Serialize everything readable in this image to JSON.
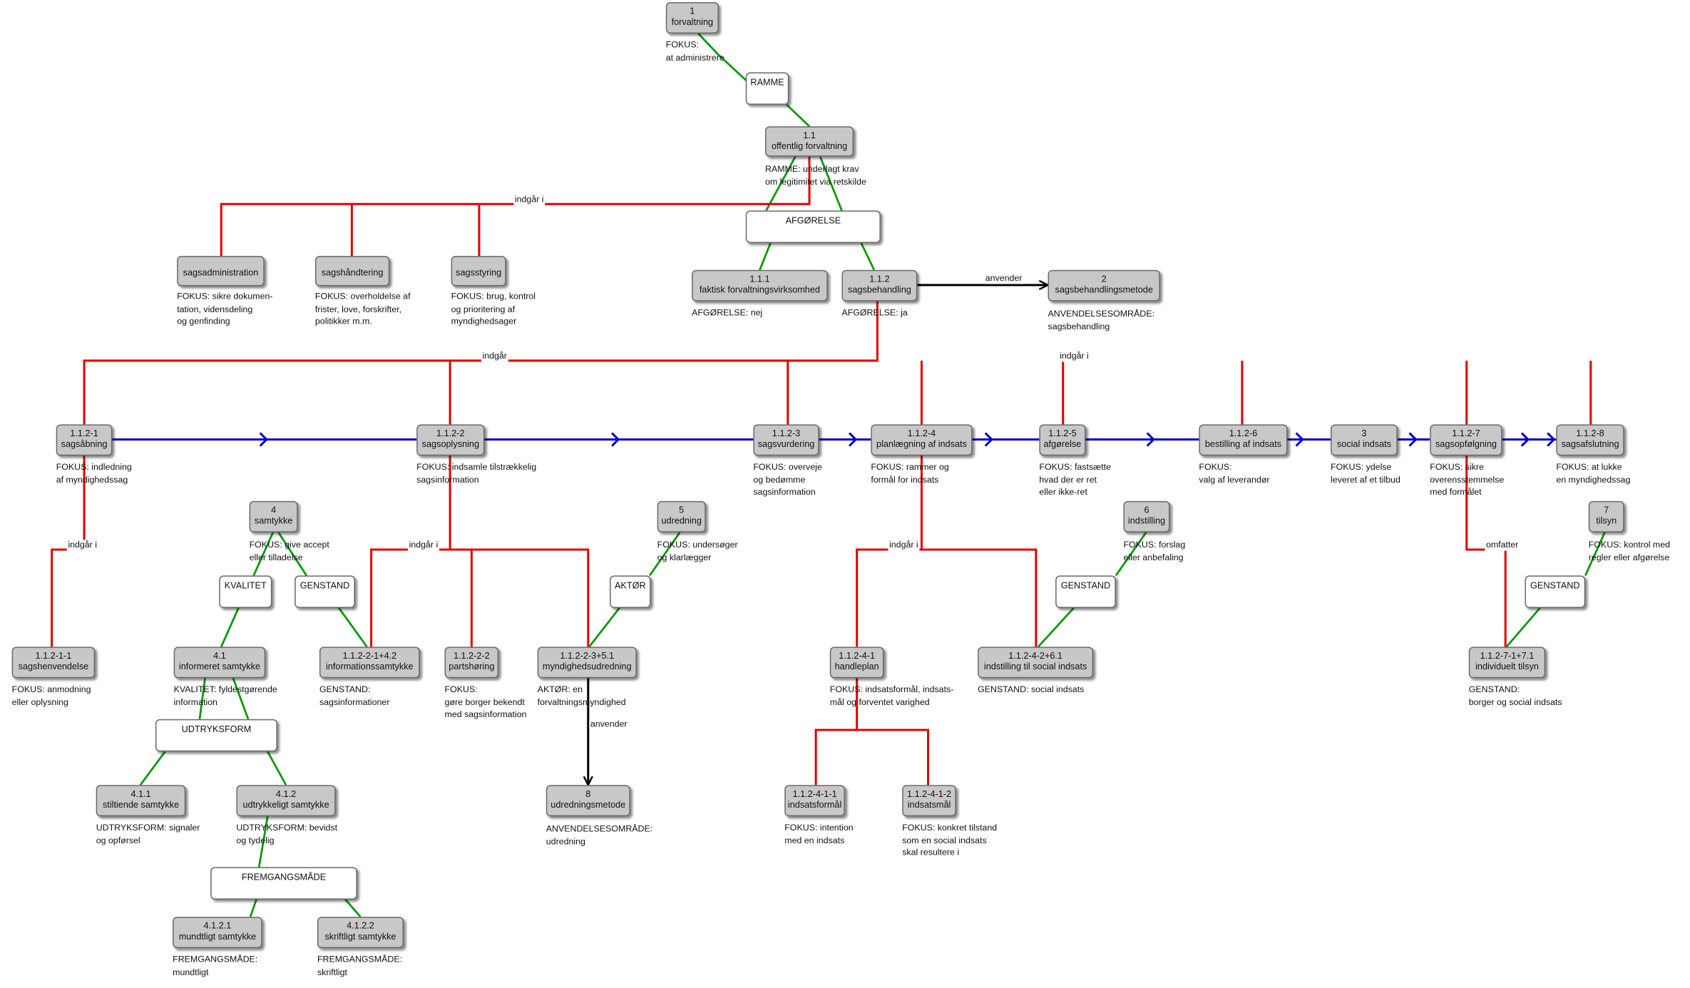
{
  "colors": {
    "frame_edge": "#009900",
    "part_of_edge": "#e60000",
    "sequence_edge": "#0000cc",
    "uses_edge": "#000000",
    "concept_fill": "#c8c8c8",
    "relation_fill": "#ffffff"
  },
  "nodes": [
    {
      "id": "n1",
      "lines": [
        "1",
        "forvaltning"
      ]
    },
    {
      "id": "n1_1",
      "lines": [
        "1.1",
        "offentlig forvaltning"
      ]
    },
    {
      "id": "n_sadm",
      "lines": [
        "sagsadministration"
      ]
    },
    {
      "id": "n_shaand",
      "lines": [
        "sagshåndtering"
      ]
    },
    {
      "id": "n_sstyr",
      "lines": [
        "sagsstyring"
      ]
    },
    {
      "id": "n1_1_1",
      "lines": [
        "1.1.1",
        "faktisk forvaltningsvirksomhed"
      ]
    },
    {
      "id": "n1_1_2",
      "lines": [
        "1.1.2",
        "sagsbehandling"
      ]
    },
    {
      "id": "n2",
      "lines": [
        "2",
        "sagsbehandlingsmetode"
      ]
    },
    {
      "id": "n112_1",
      "lines": [
        "1.1.2-1",
        "sagsåbning"
      ]
    },
    {
      "id": "n112_2",
      "lines": [
        "1.1.2-2",
        "sagsoplysning"
      ]
    },
    {
      "id": "n112_3",
      "lines": [
        "1.1.2-3",
        "sagsvurdering"
      ]
    },
    {
      "id": "n112_4",
      "lines": [
        "1.1.2-4",
        "planlægning af indsats"
      ]
    },
    {
      "id": "n112_5",
      "lines": [
        "1.1.2-5",
        "afgørelse"
      ]
    },
    {
      "id": "n112_6",
      "lines": [
        "1.1.2-6",
        "bestilling af indsats"
      ]
    },
    {
      "id": "n3",
      "lines": [
        "3",
        "social indsats"
      ]
    },
    {
      "id": "n112_7",
      "lines": [
        "1.1.2-7",
        "sagsopfølgning"
      ]
    },
    {
      "id": "n112_8",
      "lines": [
        "1.1.2-8",
        "sagsafslutning"
      ]
    },
    {
      "id": "n4",
      "lines": [
        "4",
        "samtykke"
      ]
    },
    {
      "id": "n5",
      "lines": [
        "5",
        "udredning"
      ]
    },
    {
      "id": "n6",
      "lines": [
        "6",
        "indstilling"
      ]
    },
    {
      "id": "n7",
      "lines": [
        "7",
        "tilsyn"
      ]
    },
    {
      "id": "n112_1_1",
      "lines": [
        "1.1.2-1-1",
        "sagshenvendelse"
      ]
    },
    {
      "id": "n4_1",
      "lines": [
        "4.1",
        "informeret samtykke"
      ]
    },
    {
      "id": "n112_2_1",
      "lines": [
        "1.1.2-2-1+4.2",
        "informationssamtykke"
      ]
    },
    {
      "id": "n112_2_2",
      "lines": [
        "1.1.2-2-2",
        "partshøring"
      ]
    },
    {
      "id": "n112_2_3",
      "lines": [
        "1.1.2-2-3+5.1",
        "myndighedsudredning"
      ]
    },
    {
      "id": "n112_4_1",
      "lines": [
        "1.1.2-4-1",
        "handleplan"
      ]
    },
    {
      "id": "n112_4_2",
      "lines": [
        "1.1.2-4-2+6.1",
        "indstilling til social indsats"
      ]
    },
    {
      "id": "n112_7_1",
      "lines": [
        "1.1.2-7-1+7.1",
        "individuelt tilsyn"
      ]
    },
    {
      "id": "n4_1_1",
      "lines": [
        "4.1.1",
        "stiltiende samtykke"
      ]
    },
    {
      "id": "n4_1_2",
      "lines": [
        "4.1.2",
        "udtrykkeligt samtykke"
      ]
    },
    {
      "id": "n8",
      "lines": [
        "8",
        "udredningsmetode"
      ]
    },
    {
      "id": "n112_4_1_1",
      "lines": [
        "1.1.2-4-1-1",
        "indsatsformål"
      ]
    },
    {
      "id": "n112_4_1_2",
      "lines": [
        "1.1.2-4-1-2",
        "indsatsmål"
      ]
    },
    {
      "id": "n4_1_2_1",
      "lines": [
        "4.1.2.1",
        "mundtligt samtykke"
      ]
    },
    {
      "id": "n4_1_2_2",
      "lines": [
        "4.1.2.2",
        "skriftligt samtykke"
      ]
    }
  ],
  "relation_boxes": [
    {
      "id": "r_ramme",
      "label": "RAMME"
    },
    {
      "id": "r_afg",
      "label": "AFGØRELSE"
    },
    {
      "id": "r_kval",
      "label": "KVALITET"
    },
    {
      "id": "r_gen4",
      "label": "GENSTAND"
    },
    {
      "id": "r_akt",
      "label": "AKTØR"
    },
    {
      "id": "r_gen6",
      "label": "GENSTAND"
    },
    {
      "id": "r_gen7",
      "label": "GENSTAND"
    },
    {
      "id": "r_udtr",
      "label": "UDTRYKSFORM"
    },
    {
      "id": "r_fremg",
      "label": "FREMGANGSMÅDE"
    }
  ],
  "notes": [
    {
      "id": "t_n1",
      "lines": [
        "FOKUS:",
        "at administrere"
      ]
    },
    {
      "id": "t_n1_1",
      "lines": [
        "RAMME: underlagt krav",
        "om legitimitet via retskilde"
      ]
    },
    {
      "id": "t_sadm",
      "lines": [
        "FOKUS: sikre dokumen-",
        "tation, vidensdeling",
        "og genfinding"
      ]
    },
    {
      "id": "t_shaand",
      "lines": [
        "FOKUS: overholdelse af",
        "frister, love, forskrifter,",
        "politikker m.m."
      ]
    },
    {
      "id": "t_sstyr",
      "lines": [
        "FOKUS: brug, kontrol",
        "og prioritering af",
        "myndighedsager"
      ]
    },
    {
      "id": "t_111",
      "lines": [
        "AFGØRELSE: nej"
      ]
    },
    {
      "id": "t_112",
      "lines": [
        "AFGØRELSE: ja"
      ]
    },
    {
      "id": "t_n2",
      "lines": [
        "ANVENDELSESOMRÅDE:",
        "sagsbehandling"
      ]
    },
    {
      "id": "t_1121",
      "lines": [
        "FOKUS: indledning",
        "af myndighedssag"
      ]
    },
    {
      "id": "t_1122",
      "lines": [
        "FOKUS: indsamle tilstrækkelig",
        "sagsinformation"
      ]
    },
    {
      "id": "t_1123",
      "lines": [
        "FOKUS: overveje",
        "og bedømme",
        "sagsinformation"
      ]
    },
    {
      "id": "t_1124",
      "lines": [
        "FOKUS: rammer og",
        "formål for indsats"
      ]
    },
    {
      "id": "t_1125",
      "lines": [
        "FOKUS: fastsætte",
        "hvad der er ret",
        "eller ikke-ret"
      ]
    },
    {
      "id": "t_1126",
      "lines": [
        "FOKUS:",
        "valg af leverandør"
      ]
    },
    {
      "id": "t_n3",
      "lines": [
        "FOKUS: ydelse",
        "leveret af et tilbud"
      ]
    },
    {
      "id": "t_1127",
      "lines": [
        "FOKUS: sikre",
        "overensstemmelse",
        "med formålet"
      ]
    },
    {
      "id": "t_1128",
      "lines": [
        "FOKUS: at lukke",
        "en myndighedssag"
      ]
    },
    {
      "id": "t_n4",
      "lines": [
        "FOKUS: give accept",
        "eller tilladelse"
      ]
    },
    {
      "id": "t_n5",
      "lines": [
        "FOKUS: undersøger",
        "og klarlægger"
      ]
    },
    {
      "id": "t_n6",
      "lines": [
        "FOKUS: forslag",
        "eller anbefaling"
      ]
    },
    {
      "id": "t_n7",
      "lines": [
        "FOKUS: kontrol med",
        "regler eller afgørelse"
      ]
    },
    {
      "id": "t_11211",
      "lines": [
        "FOKUS: anmodning",
        "eller oplysning"
      ]
    },
    {
      "id": "t_41",
      "lines": [
        "KVALITET: fyldestgørende",
        "information"
      ]
    },
    {
      "id": "t_11221",
      "lines": [
        "GENSTAND:",
        "sagsinformationer"
      ]
    },
    {
      "id": "t_11222",
      "lines": [
        "FOKUS:",
        "gøre borger bekendt",
        "med sagsinformation"
      ]
    },
    {
      "id": "t_11223",
      "lines": [
        "AKTØR: en",
        "forvaltningsmyndighed"
      ]
    },
    {
      "id": "t_11241",
      "lines": [
        "FOKUS: indsatsformål, indsats-",
        "mål og forventet varighed"
      ]
    },
    {
      "id": "t_11242",
      "lines": [
        "GENSTAND: social indsats"
      ]
    },
    {
      "id": "t_11271",
      "lines": [
        "GENSTAND:",
        "borger og social indsats"
      ]
    },
    {
      "id": "t_411",
      "lines": [
        "UDTRYKSFORM: signaler",
        "og opførsel"
      ]
    },
    {
      "id": "t_412",
      "lines": [
        "UDTRYKSFORM: bevidst",
        "og tydelig"
      ]
    },
    {
      "id": "t_n8",
      "lines": [
        "ANVENDELSESOMRÅDE:",
        "udredning"
      ]
    },
    {
      "id": "t_112411",
      "lines": [
        "FOKUS: intention",
        "med en indsats"
      ]
    },
    {
      "id": "t_112412",
      "lines": [
        "FOKUS: konkret tilstand",
        "som en social indsats",
        "skal resultere i"
      ]
    },
    {
      "id": "t_4121",
      "lines": [
        "FREMGANGSMÅDE:",
        "mundtligt"
      ]
    },
    {
      "id": "t_4122",
      "lines": [
        "FREMGANGSMÅDE:",
        "skriftligt"
      ]
    }
  ],
  "edge_labels": [
    {
      "id": "l1",
      "text": "indgår i"
    },
    {
      "id": "l2",
      "text": "anvender"
    },
    {
      "id": "l3",
      "text": "indgår"
    },
    {
      "id": "l4",
      "text": "indgår i"
    },
    {
      "id": "l5",
      "text": "indgår i"
    },
    {
      "id": "l6",
      "text": "indgår i"
    },
    {
      "id": "l7",
      "text": "indgår i"
    },
    {
      "id": "l8",
      "text": "omfatter"
    },
    {
      "id": "l9",
      "text": "anvender"
    }
  ]
}
